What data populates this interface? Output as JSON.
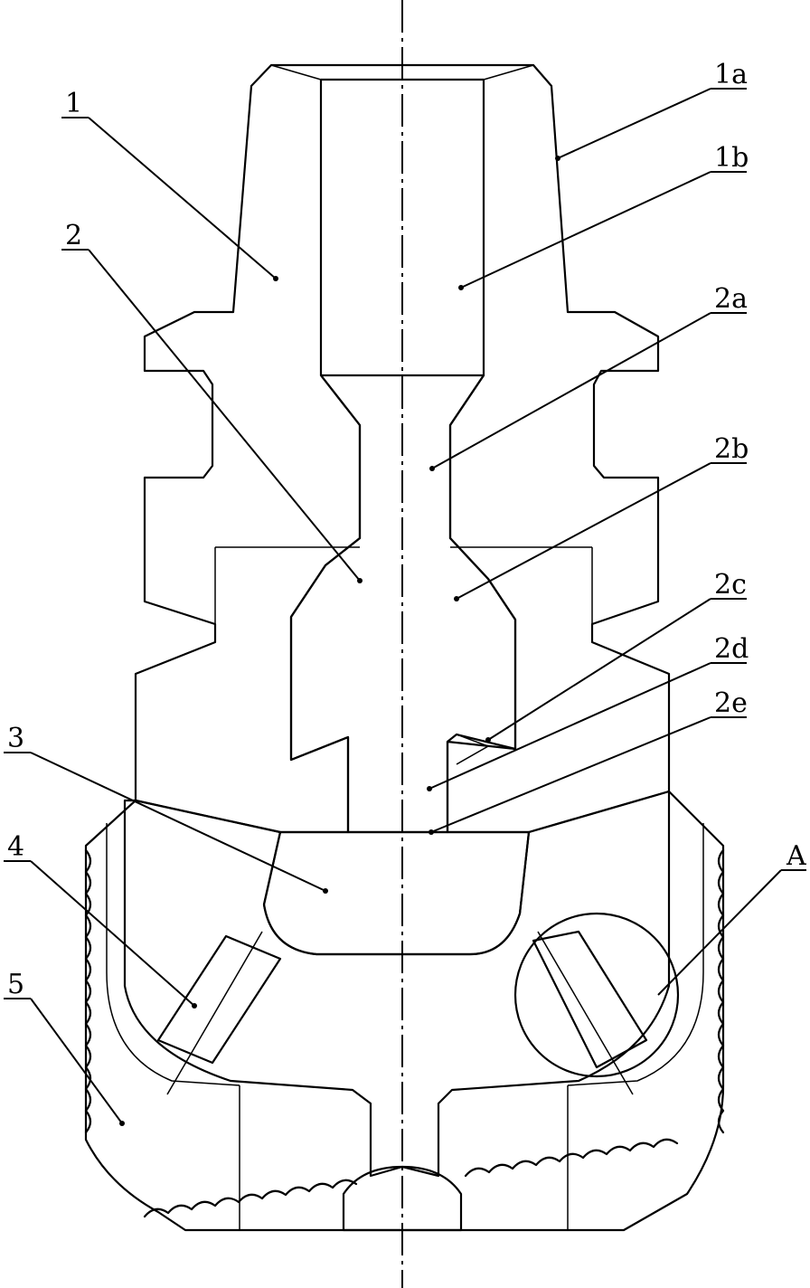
{
  "labels": {
    "part_1": "1",
    "part_1a": "1a",
    "part_1b": "1b",
    "part_2": "2",
    "part_2a": "2a",
    "part_2b": "2b",
    "part_2c": "2c",
    "part_2d": "2d",
    "part_2e": "2e",
    "part_3": "3",
    "part_4": "4",
    "part_5": "5",
    "detail_A": "A"
  }
}
